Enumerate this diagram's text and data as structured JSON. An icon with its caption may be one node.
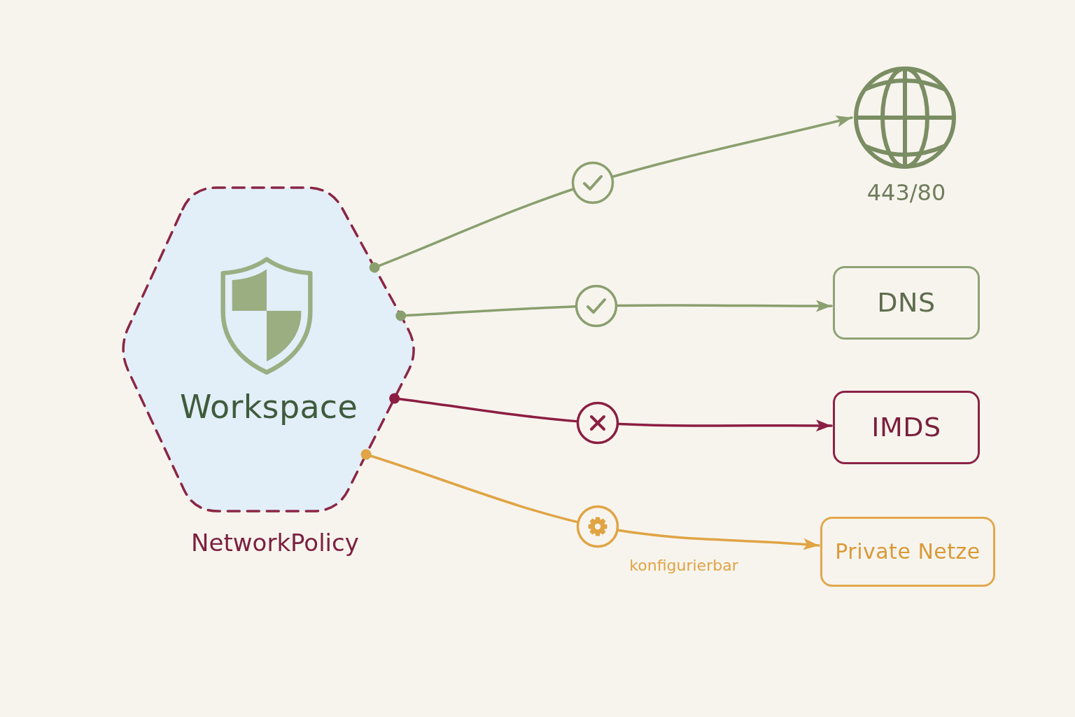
{
  "diagram": {
    "nodes": [
      {
        "text": [
          "Workspace"
        ],
        "beside": [
          "NetworkPolicy"
        ]
      },
      {
        "text": [],
        "shape": "picture",
        "beside": [
          "443/80"
        ]
      },
      {
        "text": [
          "DNS"
        ]
      },
      {
        "text": [
          "IMDS"
        ]
      },
      {
        "text": [
          "Private Netze"
        ]
      }
    ],
    "edges": [
      {
        "from": 0,
        "to": 1,
        "arrow": "to"
      },
      {
        "from": 0,
        "to": 2,
        "arrow": "to"
      },
      {
        "from": 0,
        "to": 3,
        "arrow": "to",
        "color": "#8b1e42"
      },
      {
        "from": 0,
        "to": 4,
        "arrow": "to",
        "label": "konfigurierbar",
        "color": "#e0a444"
      }
    ]
  }
}
